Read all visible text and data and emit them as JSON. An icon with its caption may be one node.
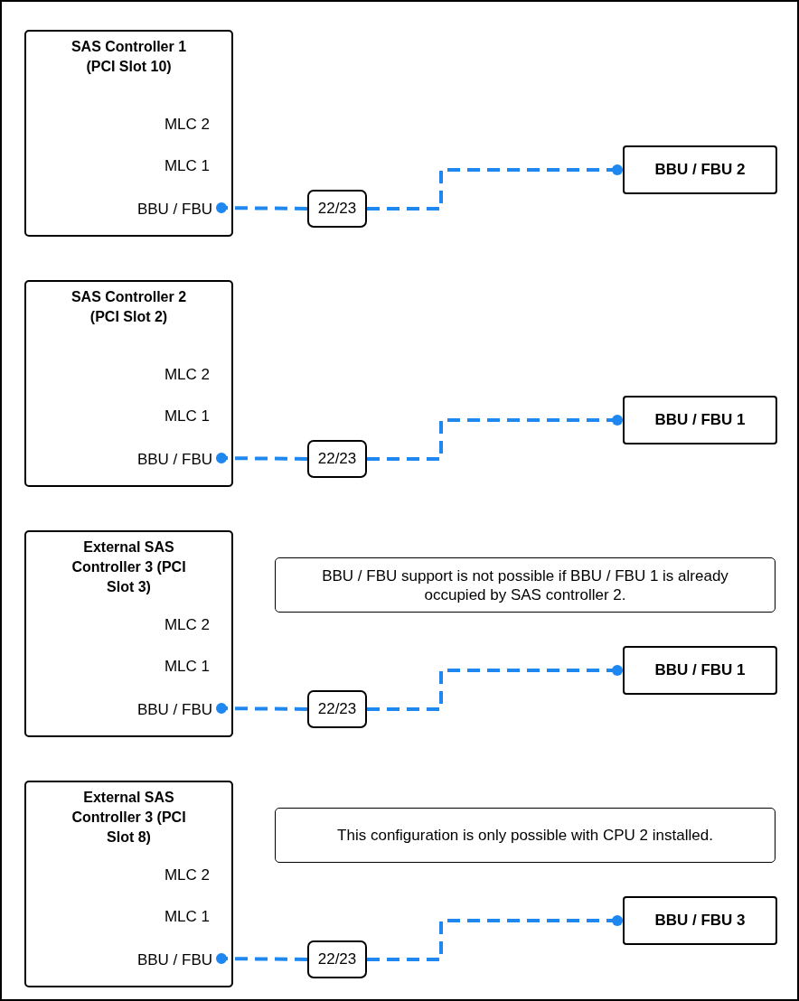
{
  "diagram": {
    "nodes": [
      {
        "text": [
          "SAS Controller 1 (PCI Slot 10)",
          "MLC 2",
          "MLC 1"
        ]
      },
      {
        "text": [
          "BBU / FBU"
        ],
        "in": 0
      },
      {
        "text": [
          "22/23"
        ]
      },
      {
        "text": [
          "BBU / FBU 2"
        ]
      },
      {
        "text": [
          "SAS Controller 2 (PCI Slot 2)",
          "MLC 2",
          "MLC 1"
        ]
      },
      {
        "text": [
          "BBU / FBU"
        ],
        "in": 4
      },
      {
        "text": [
          "22/23"
        ]
      },
      {
        "text": [
          "BBU / FBU 1"
        ]
      },
      {
        "text": [
          "External SAS Controller 3 (PCI Slot 3)",
          "MLC 2",
          "MLC 1"
        ]
      },
      {
        "text": [
          "BBU / FBU"
        ],
        "in": 8
      },
      {
        "text": [
          "BBU / FBU support is not possible if BBU / FBU 1 is already occupied by SAS controller 2."
        ]
      },
      {
        "text": [
          "22/23"
        ]
      },
      {
        "text": [
          "BBU / FBU 1"
        ]
      },
      {
        "text": [
          "External SAS Controller 3 (PCI Slot 8)",
          "MLC 2",
          "MLC 1"
        ]
      },
      {
        "text": [
          "BBU / FBU"
        ],
        "in": 13
      },
      {
        "text": [
          "This configuration is only possible with CPU 2 installed."
        ]
      },
      {
        "text": [
          "22/23"
        ]
      },
      {
        "text": [
          "BBU / FBU 3"
        ]
      }
    ],
    "edges": [
      {
        "from": 2,
        "to": 1,
        "arrow": "other",
        "style": "dashed"
      },
      {
        "from": 2,
        "to": 3,
        "arrow": "other",
        "style": "dashed"
      },
      {
        "from": 6,
        "to": 5,
        "arrow": "other",
        "style": "dashed"
      },
      {
        "from": 6,
        "to": 7,
        "arrow": "other",
        "style": "dashed"
      },
      {
        "from": 11,
        "to": 9,
        "arrow": "other",
        "style": "dashed"
      },
      {
        "from": 11,
        "to": 12,
        "arrow": "other",
        "style": "dashed"
      },
      {
        "from": 16,
        "to": 14,
        "arrow": "other",
        "style": "dashed"
      },
      {
        "from": 16,
        "to": 17,
        "arrow": "other",
        "style": "dashed"
      }
    ]
  }
}
